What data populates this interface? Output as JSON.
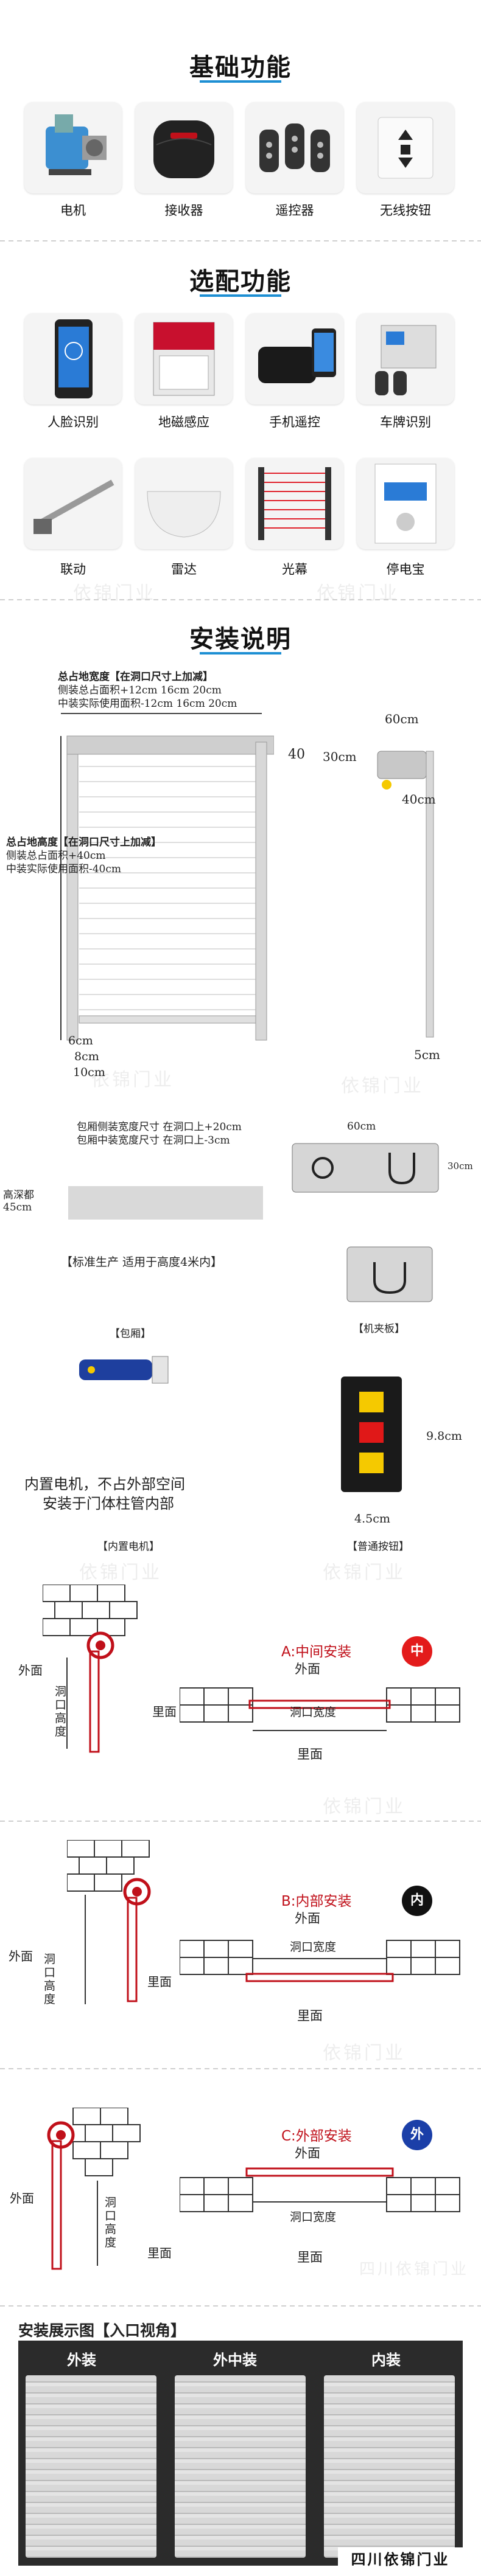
{
  "watermark": "依锦门业",
  "watermark_big": "四川依锦门业",
  "sections": {
    "basic_title": "基础功能",
    "optional_title": "选配功能",
    "install_title": "安装说明",
    "showcase_title": "安装展示图【入口视角】"
  },
  "basic_items": [
    {
      "label": "电机",
      "icon": "motor-icon"
    },
    {
      "label": "接收器",
      "icon": "receiver-icon"
    },
    {
      "label": "遥控器",
      "icon": "remote-icon"
    },
    {
      "label": "无线按钮",
      "icon": "wireless-button-icon"
    }
  ],
  "optional_items": [
    {
      "label": "人脸识别",
      "icon": "face-recognition-icon"
    },
    {
      "label": "地磁感应",
      "icon": "geomagnetic-icon"
    },
    {
      "label": "手机遥控",
      "icon": "phone-remote-icon"
    },
    {
      "label": "车牌识别",
      "icon": "plate-recognition-icon"
    },
    {
      "label": "联动",
      "icon": "linkage-icon"
    },
    {
      "label": "雷达",
      "icon": "radar-icon"
    },
    {
      "label": "光幕",
      "icon": "light-curtain-icon"
    },
    {
      "label": "停电宝",
      "icon": "power-backup-icon"
    }
  ],
  "diagram1": {
    "total_width": "总占地宽度【在洞口尺寸上加减】",
    "side_cover": "侧装总占面积+12cm   16cm   20cm",
    "mid_use": "中装实际使用面积-12cm   16cm 20cm",
    "dim_40": "40",
    "total_height": "总占地高度【在洞口尺寸上加减】",
    "side_height": "侧装总占面积+40cm",
    "mid_height": "中装实际使用面积-40cm",
    "dim_6": "6cm",
    "dim_8": "8cm",
    "dim_10": "10cm",
    "side_60": "60cm",
    "side_30": "30cm",
    "side_40": "40cm",
    "side_5": "5cm"
  },
  "diagram2": {
    "box_side": "包厢侧装宽度尺寸  在洞口上+20cm",
    "box_mid": "包厢中装宽度尺寸  在洞口上-3cm",
    "box_height_label": "高深都",
    "box_height_value": "45cm",
    "box_caption": "【包厢】",
    "standard": "【标准生产  适用于高度4米内】",
    "bracket_60": "60cm",
    "bracket_30": "30cm",
    "bracket_caption": "【机夹板】"
  },
  "diagram3": {
    "motor_text_1": "内置电机，不占外部空间",
    "motor_text_2": "安装于门体柱管内部",
    "motor_caption": "【内置电机】",
    "button_h": "9.8cm",
    "button_w": "4.5cm",
    "button_caption": "【普通按钮】"
  },
  "install_modes": [
    {
      "title": "A:中间安装",
      "badge": "中",
      "badge_color": "#e31b1b",
      "outside": "外面",
      "inside": "里面",
      "width": "洞口宽度",
      "height": "洞口高度"
    },
    {
      "title": "B:内部安装",
      "badge": "内",
      "badge_color": "#111111",
      "outside": "外面",
      "inside": "里面",
      "width": "洞口宽度",
      "height": "洞口高度"
    },
    {
      "title": "C:外部安装",
      "badge": "外",
      "badge_color": "#1b3fa8",
      "outside": "外面",
      "inside": "里面",
      "width": "洞口宽度",
      "height": "洞口高度"
    }
  ],
  "showcase": [
    {
      "label": "外装"
    },
    {
      "label": "外中装"
    },
    {
      "label": "内装"
    }
  ]
}
